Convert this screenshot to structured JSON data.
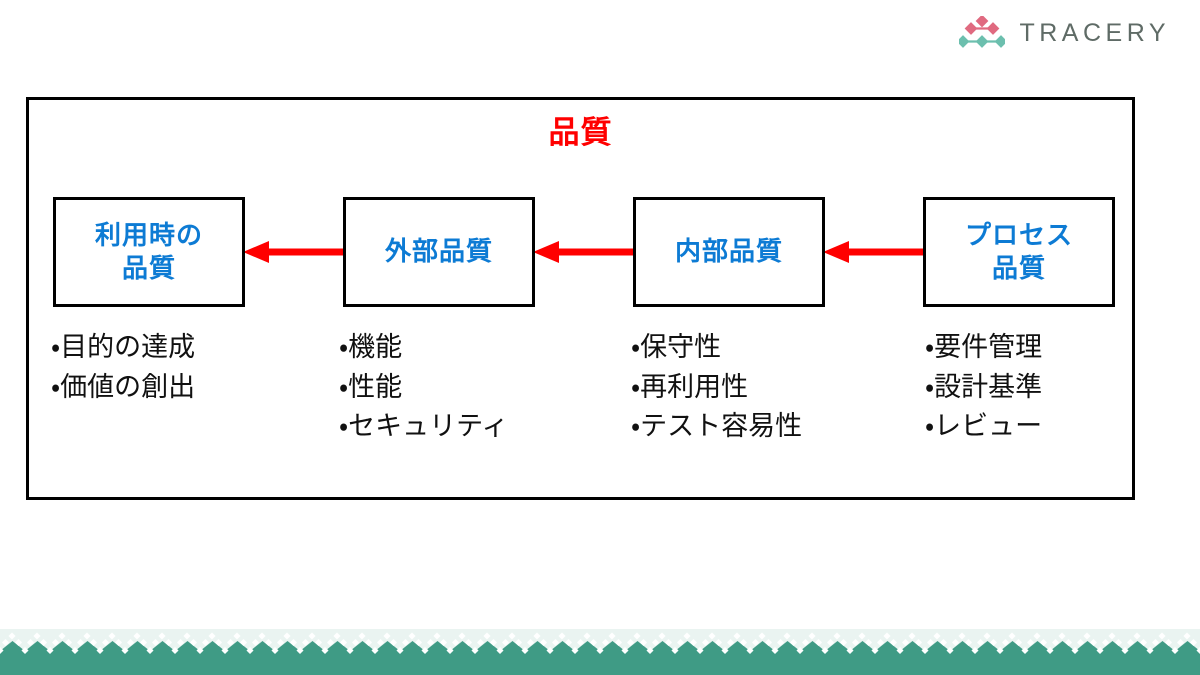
{
  "brand": {
    "name": "TRACERY",
    "mark_icon": "tracery-diamond-mark-icon",
    "mark_top_color": "#e06a80",
    "mark_bottom_color": "#6cbfae",
    "text_color": "#5f6b66"
  },
  "diagram": {
    "title": "品質",
    "title_color": "#ff0000",
    "frame_border_color": "#000000",
    "box_text_color": "#0d7bd4",
    "arrow_color": "#ff0000",
    "arrow_direction": "left",
    "boxes": [
      {
        "label": "利用時の\n品質"
      },
      {
        "label": "外部品質"
      },
      {
        "label": "内部品質"
      },
      {
        "label": "プロセス\n品質"
      }
    ],
    "arrows": [
      {
        "from": "外部品質",
        "to": "利用時の品質"
      },
      {
        "from": "内部品質",
        "to": "外部品質"
      },
      {
        "from": "プロセス品質",
        "to": "内部品質"
      }
    ],
    "lists": [
      {
        "items": [
          "・目的の達成",
          "・価値の創出"
        ]
      },
      {
        "items": [
          "・機能",
          "・性能",
          "・セキュリティ"
        ]
      },
      {
        "items": [
          "・保守性",
          "・再利用性",
          "・テスト容易性"
        ]
      },
      {
        "items": [
          "・要件管理",
          "・設計基準",
          "・レビュー"
        ]
      }
    ]
  },
  "footer": {
    "band_icon": "scalloped-diamond-band-icon",
    "band_color": "#3f9b85",
    "band_tint_color": "#eaf4f1",
    "diamond_color": "#ffffff"
  }
}
